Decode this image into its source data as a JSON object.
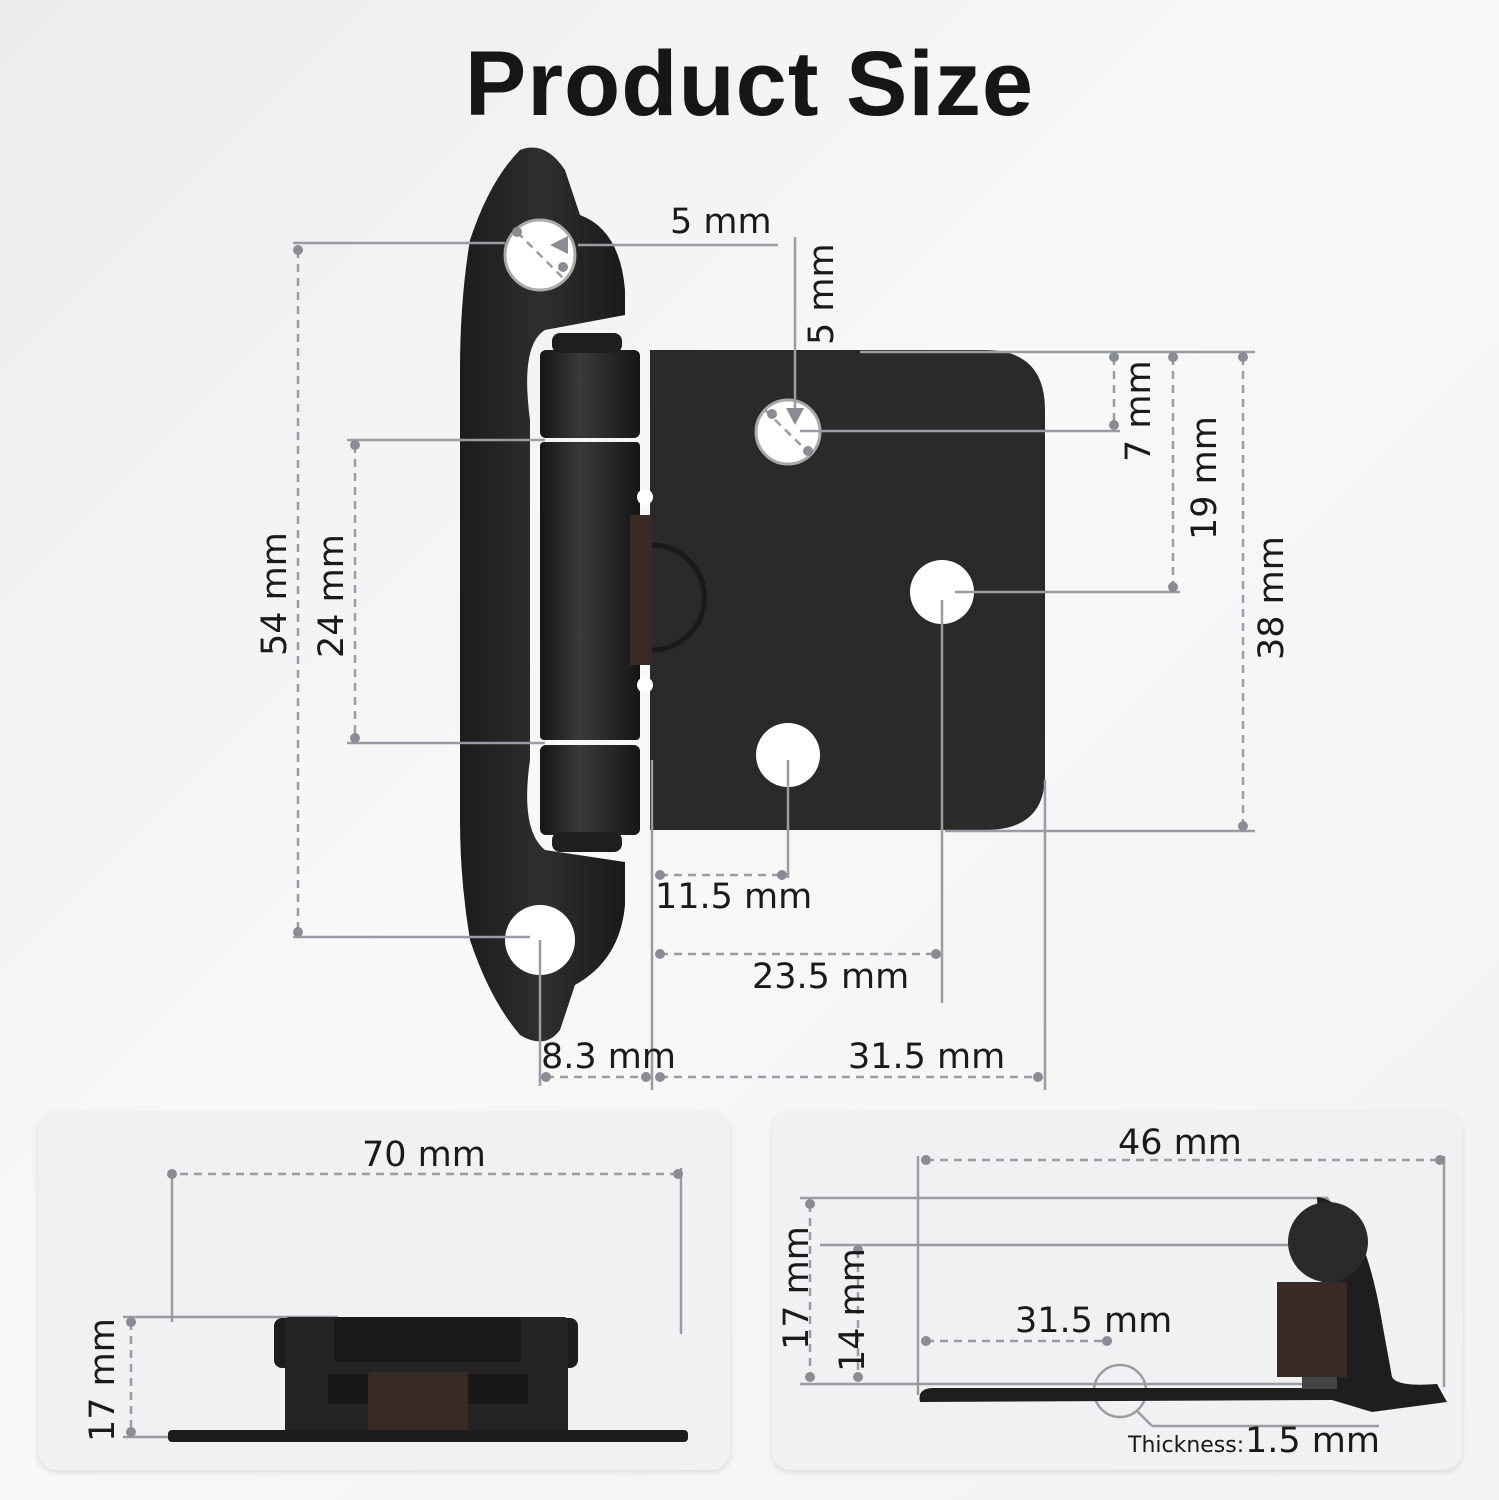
{
  "title": "Product Size",
  "colors": {
    "background": "#f4f4f5",
    "hinge_body": "#262626",
    "dimension_line": "#9a9ca3",
    "text": "#1a1a1a",
    "panel": "#f1f1f3",
    "bronze_insert": "#3a2a26"
  },
  "front_view": {
    "top_hole_diameter": "5 mm",
    "plate_hole_diameter": "5 mm",
    "overall_height": "54 mm",
    "knuckle_height": "24 mm",
    "hole_top_offset": "7 mm",
    "mid_hole_offset": "19 mm",
    "plate_height": "38 mm",
    "hole_x_offset_1": "11.5 mm",
    "hole_x_offset_2": "23.5 mm",
    "leaf_offset": "8.3 mm",
    "plate_width": "31.5 mm"
  },
  "side_view_left": {
    "overall_length": "70 mm",
    "height": "17 mm"
  },
  "side_view_right": {
    "overall_depth": "46 mm",
    "height_total": "17 mm",
    "height_knuckle": "14 mm",
    "plate_depth": "31.5 mm",
    "thickness_label": "Thickness:",
    "thickness_value": "1.5 mm"
  }
}
